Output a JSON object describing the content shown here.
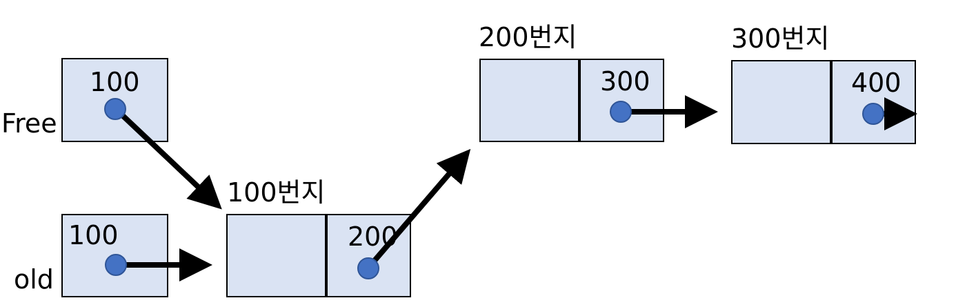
{
  "labels": {
    "free": "Free",
    "old": "old",
    "free_value": "100",
    "old_value": "100",
    "node1_address": "100번지",
    "node1_next": "200",
    "node2_address": "200번지",
    "node2_next": "300",
    "node3_address": "300번지",
    "node3_next": "400"
  },
  "colors": {
    "box_fill": "#dae3f3",
    "box_stroke": "#000000",
    "pointer_dot": "#4472c4",
    "pointer_dot_stroke": "#2f5597",
    "arrow": "#000000"
  }
}
